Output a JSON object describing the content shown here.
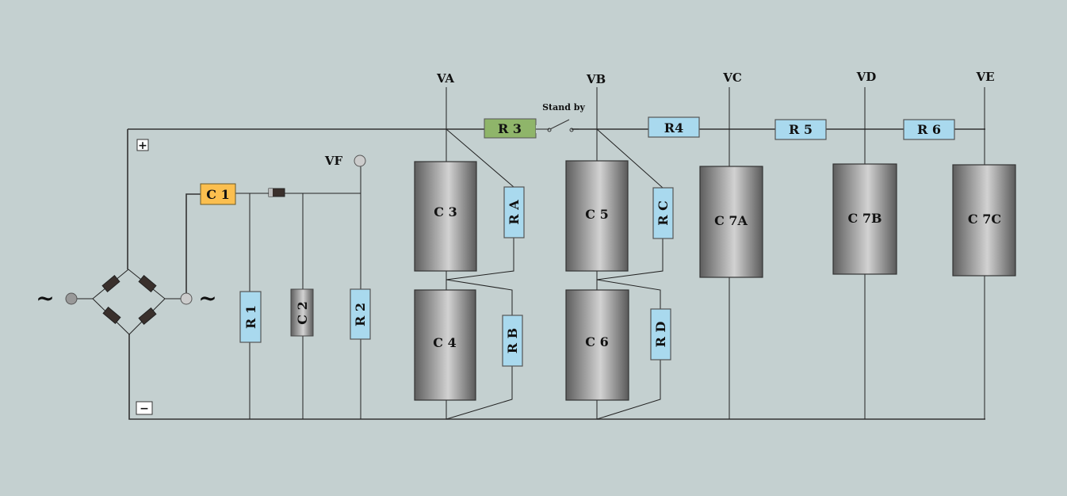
{
  "nodes": {
    "va": "VA",
    "vb": "VB",
    "vc": "VC",
    "vd": "VD",
    "ve": "VE",
    "vf": "VF"
  },
  "terminals": {
    "plus": "+",
    "minus": "−",
    "ac_left": "~",
    "ac_right": "~"
  },
  "components": {
    "c1": "C 1",
    "c2": "C 2",
    "c3": "C 3",
    "c4": "C 4",
    "c5": "C 5",
    "c6": "C 6",
    "c7a": "C 7A",
    "c7b": "C 7B",
    "c7c": "C 7C",
    "r1": "R 1",
    "r2": "R 2",
    "r3": "R 3",
    "r4": "R4",
    "r5": "R 5",
    "r6": "R 6",
    "ra": "R A",
    "rb": "R B",
    "rc": "R C",
    "rd": "R D"
  },
  "switch_label": "Stand by",
  "colors": {
    "background": "#c4d0d0",
    "resistor": "#a9d9ee",
    "r3": "#8fb56a",
    "c1": "#fbbf4f",
    "capacitor": "#8a8a8a"
  }
}
